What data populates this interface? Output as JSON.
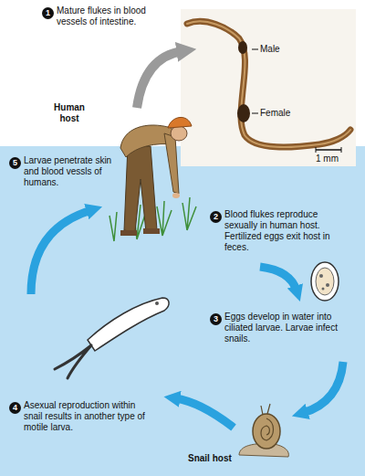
{
  "diagram": {
    "labels": [
      "1",
      "Mature flukes in blood vessels of intestine.",
      "Male",
      "Female",
      "1 mm",
      "Human host",
      "2",
      "Blood flukes reproduce sexually in human host. Fertilized eggs exit host in feces.",
      "5",
      "Larvae penetrate skin and blood vessls of humans.",
      "3",
      "Eggs develop in water into ciliated larvae. Larvae infect snails.",
      "4",
      "Asexual reproduction within snail results in another type of motile larva.",
      "Snail host"
    ]
  }
}
